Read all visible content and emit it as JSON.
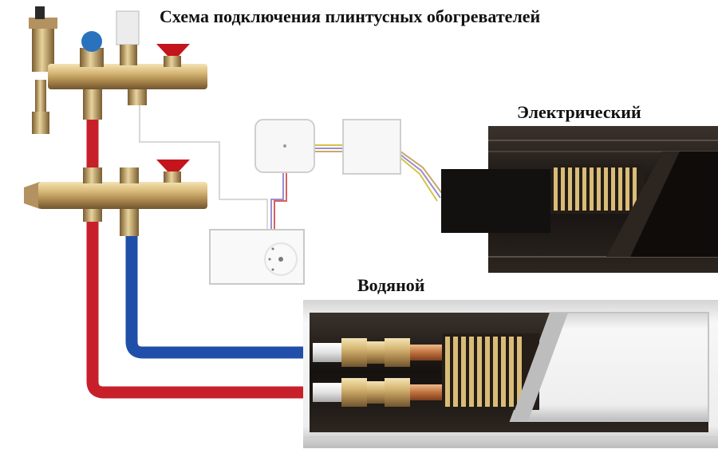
{
  "title": "Схема подключения плинтусных обогревателей",
  "labels": {
    "electric": "Электрический",
    "water": "Водяной"
  },
  "colors": {
    "supply_pipe": "#c8202a",
    "return_pipe": "#1f4fa8",
    "brass": "#c9a86a",
    "valve_handle": "#c4151c",
    "heater_body": "#1b1714",
    "heat_exchanger_fins": "#d9bc78",
    "panel_cover": "#e4e4e4"
  },
  "icons": {
    "manifold": "brass-manifold-icon",
    "thermostat": "room-thermostat-icon",
    "junction_box": "junction-box-icon",
    "control_unit": "control-unit-icon"
  }
}
